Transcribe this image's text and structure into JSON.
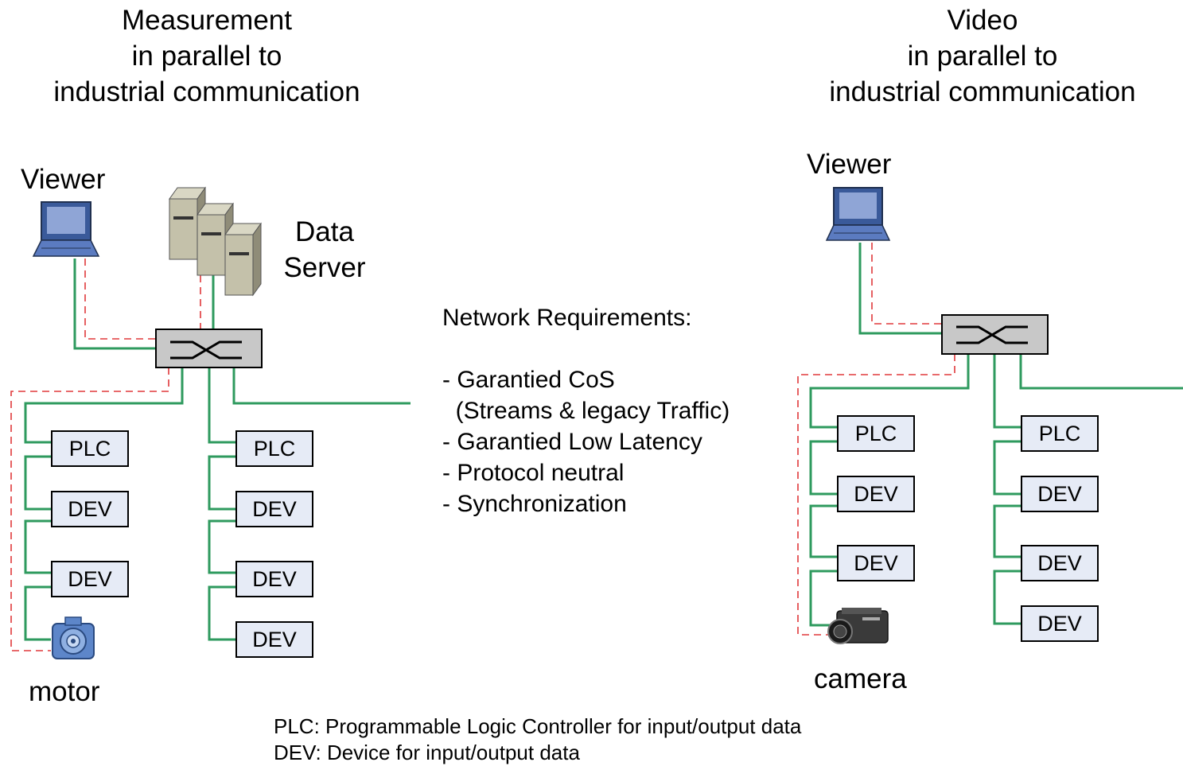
{
  "left": {
    "title": [
      "Measurement",
      "in parallel to",
      "industrial communication"
    ],
    "viewer_label": "Viewer",
    "server_label": [
      "Data",
      "Server"
    ],
    "motor_label": "motor",
    "column1": [
      "PLC",
      "DEV",
      "DEV"
    ],
    "column2": [
      "PLC",
      "DEV",
      "DEV",
      "DEV"
    ]
  },
  "right": {
    "title": [
      "Video",
      "in parallel to",
      "industrial communication"
    ],
    "viewer_label": "Viewer",
    "camera_label": "camera",
    "column1": [
      "PLC",
      "DEV",
      "DEV"
    ],
    "column2": [
      "PLC",
      "DEV",
      "DEV",
      "DEV"
    ]
  },
  "requirements": {
    "heading": "Network Requirements:",
    "items": [
      "- Garantied CoS",
      "  (Streams & legacy Traffic)",
      "- Garantied Low Latency",
      "- Protocol neutral",
      "- Synchronization"
    ]
  },
  "legend": [
    "PLC: Programmable Logic Controller for input/output data",
    "DEV: Device for input/output data"
  ],
  "colors": {
    "green_link": "#2e9a5e",
    "red_stream": "#e0393b",
    "box_fill": "#e6ebf6",
    "switch_fill": "#c8c8c8"
  }
}
